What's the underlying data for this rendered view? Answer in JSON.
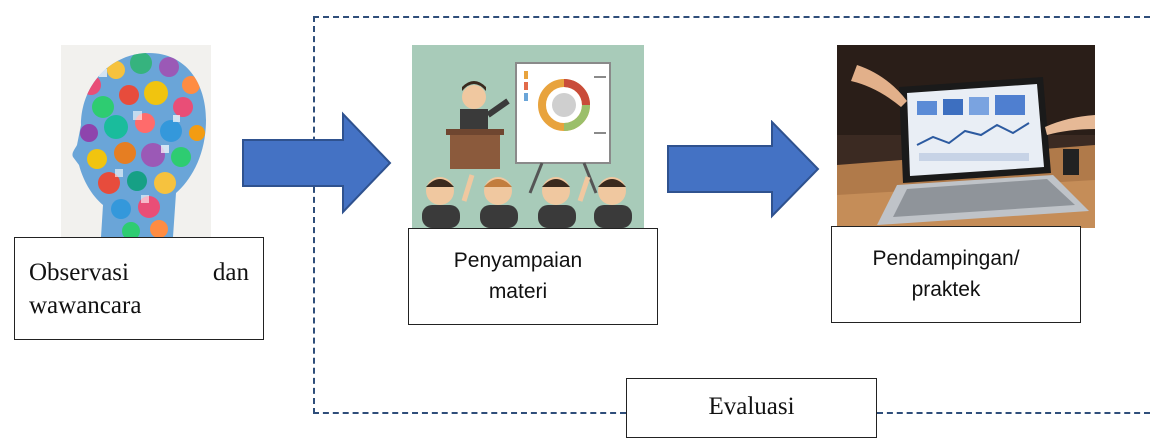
{
  "steps": [
    {
      "label_line1_a": "Observasi",
      "label_line1_b": "dan",
      "label_line2": "wawancara"
    },
    {
      "label_line1": "Penyampaian",
      "label_line2": "materi"
    },
    {
      "label_line1": "Pendampingan/",
      "label_line2": "praktek"
    }
  ],
  "evaluation_label": "Evaluasi",
  "images": {
    "head": "colorful-icon-head-illustration",
    "presenter": "presenter-with-audience-illustration",
    "laptop": "laptop-analytics-photo"
  },
  "colors": {
    "arrow_fill": "#4472c4",
    "arrow_stroke": "#2f528f",
    "dashed_frame": "#2f4e7a",
    "presenter_bg": "#a8cbb9"
  }
}
